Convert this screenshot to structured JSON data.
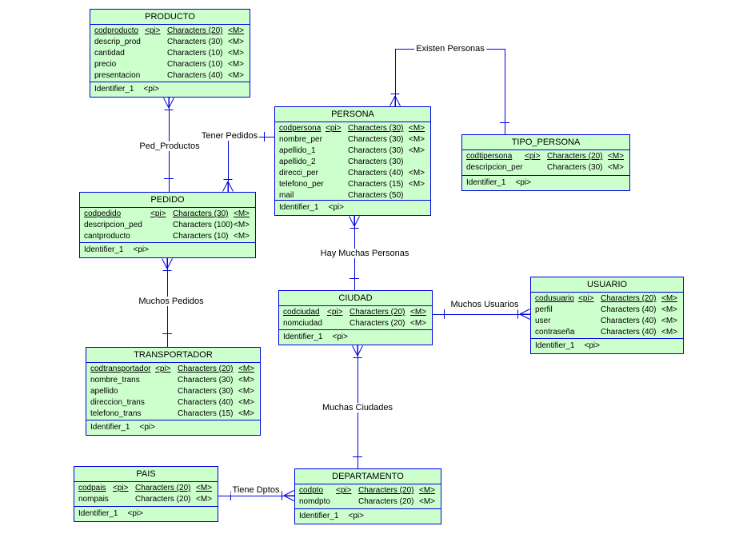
{
  "diagram": {
    "title": "Conceptual data model (PowerDesigner style)",
    "background": "#FFFFFF",
    "entity_fill": "#CCFFCC",
    "line_color": "#0000E0",
    "text_color": "#000000"
  },
  "entities": [
    {
      "title": "PRODUCTO",
      "identifier": "Identifier_1",
      "identifier_pi": "<pi>",
      "attributes": [
        {
          "name": "codproducto",
          "pi": "<pi>",
          "type": "Characters (20)",
          "m": "<M>",
          "key": true
        },
        {
          "name": "descrip_prod",
          "pi": "",
          "type": "Characters (30)",
          "m": "<M>",
          "key": false
        },
        {
          "name": "cantidad",
          "pi": "",
          "type": "Characters (10)",
          "m": "<M>",
          "key": false
        },
        {
          "name": "precio",
          "pi": "",
          "type": "Characters (10)",
          "m": "<M>",
          "key": false
        },
        {
          "name": "presentacion",
          "pi": "",
          "type": "Characters (40)",
          "m": "<M>",
          "key": false
        }
      ]
    },
    {
      "title": "PERSONA",
      "identifier": "Identifier_1",
      "identifier_pi": "<pi>",
      "attributes": [
        {
          "name": "codpersona",
          "pi": "<pi>",
          "type": "Characters (30)",
          "m": "<M>",
          "key": true
        },
        {
          "name": "nombre_per",
          "pi": "",
          "type": "Characters (30)",
          "m": "<M>",
          "key": false
        },
        {
          "name": "apellido_1",
          "pi": "",
          "type": "Characters (30)",
          "m": "<M>",
          "key": false
        },
        {
          "name": "apellido_2",
          "pi": "",
          "type": "Characters (30)",
          "m": "",
          "key": false
        },
        {
          "name": "direcci_per",
          "pi": "",
          "type": "Characters (40)",
          "m": "<M>",
          "key": false
        },
        {
          "name": "telefono_per",
          "pi": "",
          "type": "Characters (15)",
          "m": "<M>",
          "key": false
        },
        {
          "name": "mail",
          "pi": "",
          "type": "Characters (50)",
          "m": "",
          "key": false
        }
      ]
    },
    {
      "title": "TIPO_PERSONA",
      "identifier": "Identifier_1",
      "identifier_pi": "<pi>",
      "attributes": [
        {
          "name": "codtipersona",
          "pi": "<pi>",
          "type": "Characters (20)",
          "m": "<M>",
          "key": true
        },
        {
          "name": "descripcion_per",
          "pi": "",
          "type": "Characters (30)",
          "m": "<M>",
          "key": false
        }
      ]
    },
    {
      "title": "PEDIDO",
      "identifier": "Identifier_1",
      "identifier_pi": "<pi>",
      "attributes": [
        {
          "name": "codpedido",
          "pi": "<pi>",
          "type": "Characters (30)",
          "m": "<M>",
          "key": true
        },
        {
          "name": "descripcion_ped",
          "pi": "",
          "type": "Characters (100)",
          "m": "<M>",
          "key": false
        },
        {
          "name": "cantproducto",
          "pi": "",
          "type": "Characters (10)",
          "m": "<M>",
          "key": false
        }
      ]
    },
    {
      "title": "CIUDAD",
      "identifier": "Identifier_1",
      "identifier_pi": "<pi>",
      "attributes": [
        {
          "name": "codciudad",
          "pi": "<pi>",
          "type": "Characters (20)",
          "m": "<M>",
          "key": true
        },
        {
          "name": "nomciudad",
          "pi": "",
          "type": "Characters (20)",
          "m": "<M>",
          "key": false
        }
      ]
    },
    {
      "title": "USUARIO",
      "identifier": "Identifier_1",
      "identifier_pi": "<pi>",
      "attributes": [
        {
          "name": "codusuario",
          "pi": "<pi>",
          "type": "Characters (20)",
          "m": "<M>",
          "key": true
        },
        {
          "name": "perfil",
          "pi": "",
          "type": "Characters (40)",
          "m": "<M>",
          "key": false
        },
        {
          "name": "user",
          "pi": "",
          "type": "Characters (40)",
          "m": "<M>",
          "key": false
        },
        {
          "name": "contraseña",
          "pi": "",
          "type": "Characters (40)",
          "m": "<M>",
          "key": false
        }
      ]
    },
    {
      "title": "TRANSPORTADOR",
      "identifier": "Identifier_1",
      "identifier_pi": "<pi>",
      "attributes": [
        {
          "name": "codtransportador",
          "pi": "<pi>",
          "type": "Characters (20)",
          "m": "<M>",
          "key": true
        },
        {
          "name": "nombre_trans",
          "pi": "",
          "type": "Characters (30)",
          "m": "<M>",
          "key": false
        },
        {
          "name": "apellido",
          "pi": "",
          "type": "Characters (30)",
          "m": "<M>",
          "key": false
        },
        {
          "name": "direccion_trans",
          "pi": "",
          "type": "Characters (40)",
          "m": "<M>",
          "key": false
        },
        {
          "name": "telefono_trans",
          "pi": "",
          "type": "Characters (15)",
          "m": "<M>",
          "key": false
        }
      ]
    },
    {
      "title": "PAIS",
      "identifier": "Identifier_1",
      "identifier_pi": "<pi>",
      "attributes": [
        {
          "name": "codpais",
          "pi": "<pi>",
          "type": "Characters (20)",
          "m": "<M>",
          "key": true
        },
        {
          "name": "nompais",
          "pi": "",
          "type": "Characters (20)",
          "m": "<M>",
          "key": false
        }
      ]
    },
    {
      "title": "DEPARTAMENTO",
      "identifier": "Identifier_1",
      "identifier_pi": "<pi>",
      "attributes": [
        {
          "name": "codpto",
          "pi": "<pi>",
          "type": "Characters (20)",
          "m": "<M>",
          "key": true
        },
        {
          "name": "nomdpto",
          "pi": "",
          "type": "Characters (20)",
          "m": "<M>",
          "key": false
        }
      ]
    }
  ],
  "relationships": [
    {
      "label": "Ped_Productos",
      "many_end": "PRODUCTO",
      "one_end": "PEDIDO"
    },
    {
      "label": "Tener Pedidos",
      "many_end": "PEDIDO",
      "one_end": "PERSONA"
    },
    {
      "label": "Existen Personas",
      "many_end": "PERSONA",
      "one_end": "TIPO_PERSONA"
    },
    {
      "label": "Hay Muchas Personas",
      "many_end": "PERSONA",
      "one_end": "CIUDAD"
    },
    {
      "label": "Muchos Usuarios",
      "many_end": "USUARIO",
      "one_end": "CIUDAD"
    },
    {
      "label": "Muchas Ciudades",
      "many_end": "CIUDAD",
      "one_end": "DEPARTAMENTO"
    },
    {
      "label": "Muchos Pedidos",
      "many_end": "PEDIDO",
      "one_end": "TRANSPORTADOR"
    },
    {
      "label": "Tiene Dptos",
      "many_end": "DEPARTAMENTO",
      "one_end": "PAIS"
    }
  ]
}
